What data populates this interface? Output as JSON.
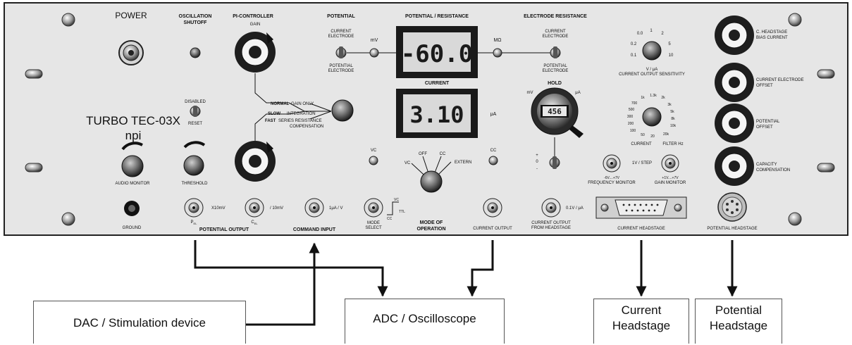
{
  "device": {
    "name": "TURBO TEC-03X",
    "brand": "npi",
    "colors": {
      "panel": "#e6e6e6",
      "lcd": "#d9d9d9",
      "dark": "#2a2a2a"
    }
  },
  "section_labels": {
    "power": "POWER",
    "oscillation_shutoff_1": "OSCILLATION",
    "oscillation_shutoff_2": "SHUTOFF",
    "pi_controller": "PI-CONTROLLER",
    "gain": "GAIN",
    "potential": "POTENTIAL",
    "potential_resistance": "POTENTIAL / RESISTANCE",
    "electrode_resistance": "ELECTRODE RESISTANCE",
    "current": "CURRENT",
    "hold": "HOLD"
  },
  "switch_labels": {
    "current_electrode_1": "CURRENT",
    "current_electrode_2": "ELECTRODE",
    "potential_electrode_1": "POTENTIAL",
    "potential_electrode_2": "ELECTRODE",
    "disabled": "DISABLED",
    "reset": "RESET",
    "normal": "NORMAL",
    "gain_only": "GAIN ONLY",
    "slow": "SLOW",
    "integration": "INTEGRATION",
    "fast": "FAST",
    "series_resistance": "SERIES RESISTANCE",
    "compensation": "COMPENSATION",
    "hold_plus": "+",
    "hold_zero": "0",
    "hold_minus": "-"
  },
  "units": {
    "mv": "mV",
    "mohm": "MΩ",
    "ua": "μA",
    "hold_mv": "mV",
    "hold_ua": "μA"
  },
  "displays": {
    "potential": "-60.0",
    "current": "3.10",
    "hold_counter": "456"
  },
  "knob_labels": {
    "audio_monitor": "AUDIO MONITOR",
    "threshold": "THRESHOLD",
    "vc": "VC",
    "cc": "CC",
    "mode_off": "OFF",
    "mode_vc": "VC",
    "mode_cc": "CC",
    "mode_extern": "EXTERN",
    "sensitivity_unit": "V / μA",
    "sensitivity_label": "CURRENT OUTPUT SENSITIVITY",
    "sensitivity_ticks": [
      "0.0",
      "1",
      "2",
      "0.2",
      "5",
      "0.1",
      "10"
    ],
    "filter_ticks": [
      "700",
      "1k",
      "1.3k",
      "2k",
      "500",
      "3k",
      "300",
      "5k",
      "200",
      "8k",
      "100",
      "10k",
      "50",
      "20",
      "20k"
    ],
    "filter_current": "CURRENT",
    "filter_hz": "FILTER Hz",
    "step_label": "1V / STEP",
    "freq_range": "-6V....+7V",
    "freq_monitor": "FREQUENCY MONITOR",
    "gain_range": "+1V....+7V",
    "gain_monitor": "GAIN MONITOR",
    "c_headstage_1": "C. HEADSTAGE",
    "c_headstage_2": "BIAS CURRENT",
    "current_electrode_offset_1": "CURRENT ELECTRODE",
    "current_electrode_offset_2": "OFFSET",
    "potential_offset_1": "POTENTIAL",
    "potential_offset_2": "OFFSET",
    "capacity_1": "CAPACITY",
    "capacity_2": "COMPENSATION"
  },
  "connector_labels": {
    "ground": "GROUND",
    "x10mv": "X10mV",
    "per10mv": "/ 10mV",
    "uav": "1μA / V",
    "p_el": "P",
    "p_el_sub": "EL",
    "c_el": "C",
    "c_el_sub": "EL",
    "potential_output": "POTENTIAL OUTPUT",
    "command_input": "COMMAND INPUT",
    "mode_select_1": "MODE",
    "mode_select_2": "SELECT",
    "ttl_vc": "VC",
    "ttl_cc": "CC",
    "ttl": "TTL",
    "mode_of_operation_1": "MODE OF",
    "mode_of_operation_2": "OPERATION",
    "current_output": "CURRENT OUTPUT",
    "per_ua": "0.1V / μA",
    "current_output_hs_1": "CURRENT OUTPUT",
    "current_output_hs_2": "FROM HEADSTAGE",
    "current_headstage": "CURRENT HEADSTAGE",
    "potential_headstage": "POTENTIAL HEADSTAGE"
  },
  "devices": {
    "dac": "DAC / Stimulation device",
    "adc": "ADC / Oscilloscope",
    "current_hs_1": "Current",
    "current_hs_2": "Headstage",
    "potential_hs_1": "Potential",
    "potential_hs_2": "Headstage"
  }
}
